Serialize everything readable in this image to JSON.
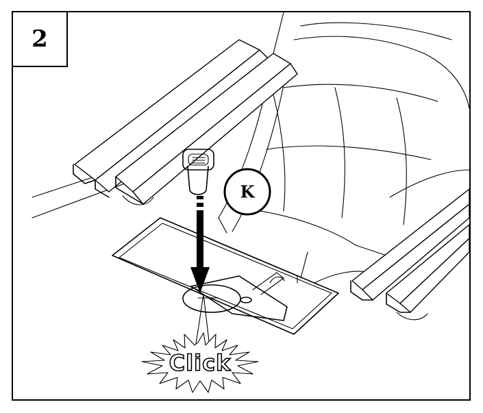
{
  "step": {
    "number": "2"
  },
  "callout": {
    "label": "K"
  },
  "action": {
    "label": "Click"
  },
  "colors": {
    "line": "#000000",
    "background": "#ffffff"
  }
}
